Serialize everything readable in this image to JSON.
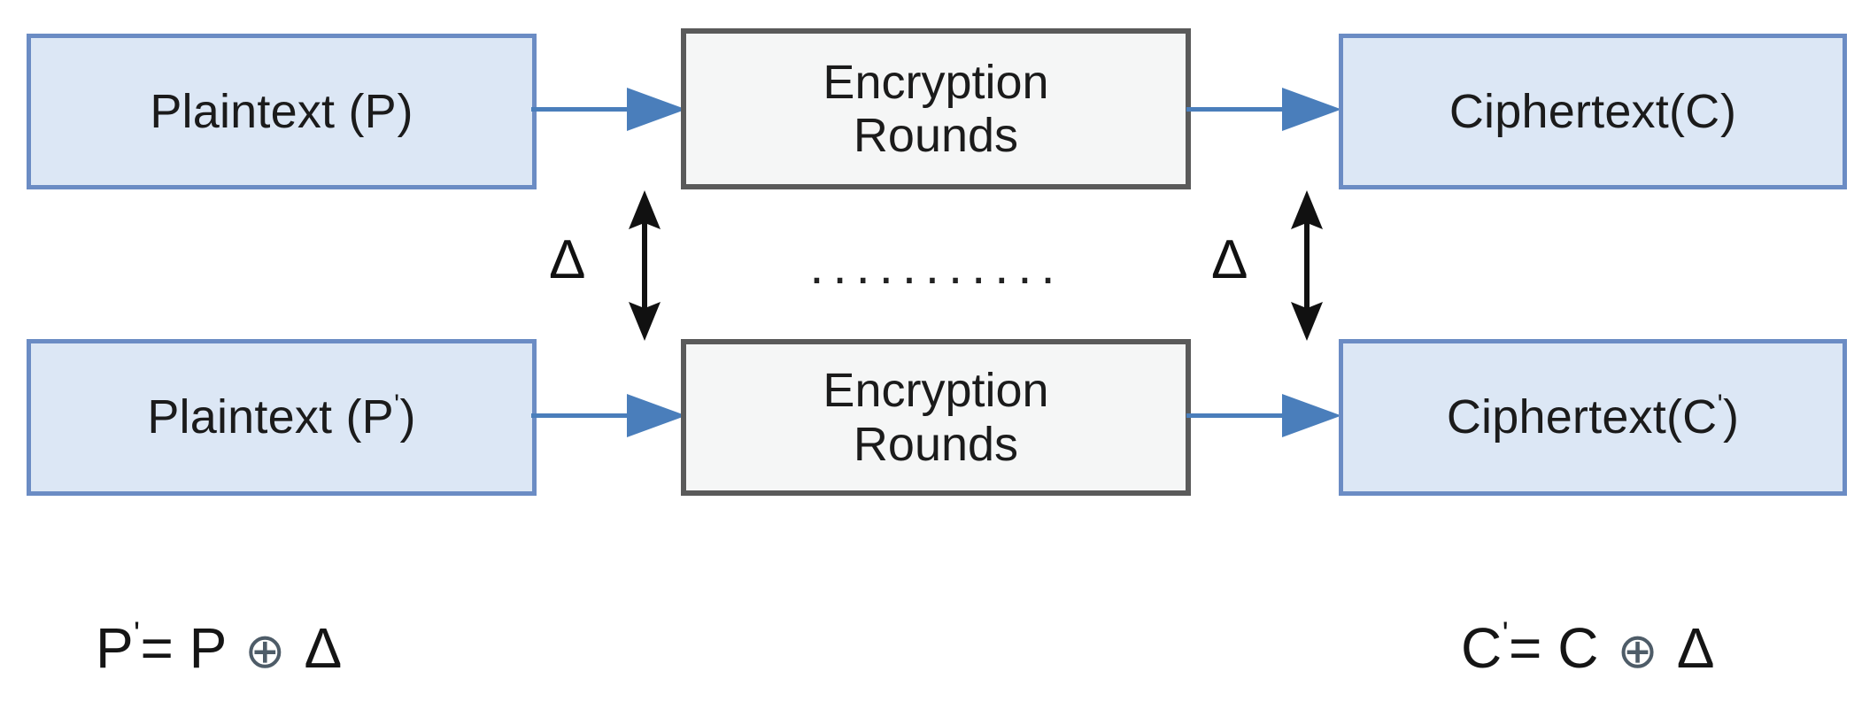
{
  "diagram": {
    "title": "Differential cryptanalysis plaintext/ciphertext difference diagram",
    "colors": {
      "data_box_fill": "#dce7f5",
      "data_box_border": "#6b8cc4",
      "process_box_fill": "#f5f6f6",
      "process_box_border": "#5a5a5a",
      "flow_arrow": "#4a7ebb",
      "delta_arrow": "#111111",
      "text": "#1b1b1b",
      "xor_symbol": "#4e5c68",
      "background": "#ffffff"
    },
    "rows": [
      {
        "id": "upper",
        "plaintext": {
          "label": "Plaintext (P)",
          "base": "Plaintext (P",
          "prime": "",
          "tail": ")"
        },
        "process": {
          "label": "Encryption Rounds",
          "line1": "Encryption",
          "line2": "Rounds"
        },
        "ciphertext": {
          "label": "Ciphertext(C)",
          "base": "Ciphertext(C",
          "prime": "",
          "tail": ")"
        }
      },
      {
        "id": "lower",
        "plaintext": {
          "label": "Plaintext (P')",
          "base": "Plaintext (P",
          "prime": "'",
          "tail": ")"
        },
        "process": {
          "label": "Encryption Rounds",
          "line1": "Encryption",
          "line2": "Rounds"
        },
        "ciphertext": {
          "label": "Ciphertext(C')",
          "base": "Ciphertext(C",
          "prime": "'",
          "tail": ")"
        }
      }
    ],
    "differences": [
      {
        "id": "input-difference",
        "label": "Δ",
        "arrow": "double-headed-vertical-arrow"
      },
      {
        "id": "output-difference",
        "label": "Δ",
        "arrow": "double-headed-vertical-arrow"
      }
    ],
    "continuation": {
      "label": "..........."
    },
    "formulas": [
      {
        "id": "plaintext-difference",
        "text": "P'= P ⊕ Δ",
        "lhs": "P",
        "prime": "'",
        "equals": "=",
        "rhs_operand": "P",
        "operator": "⊕",
        "delta": "Δ"
      },
      {
        "id": "ciphertext-difference",
        "text": "C'= C ⊕ Δ",
        "lhs": "C",
        "prime": "'",
        "equals": "=",
        "rhs_operand": "C",
        "operator": "⊕",
        "delta": "Δ"
      }
    ],
    "flow_arrows": [
      {
        "id": "upper-plaintext-to-rounds"
      },
      {
        "id": "upper-rounds-to-ciphertext"
      },
      {
        "id": "lower-plaintext-to-rounds"
      },
      {
        "id": "lower-rounds-to-ciphertext"
      }
    ]
  }
}
